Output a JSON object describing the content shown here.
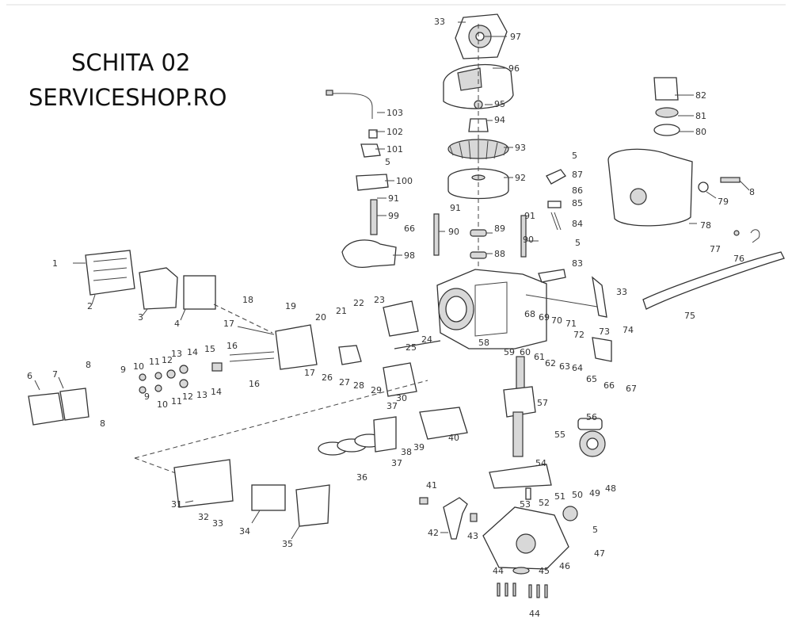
{
  "title_line1": "SCHITA 02",
  "title_line2": "SERVICESHOP.RO",
  "labels": {
    "n1": "1",
    "n2": "2",
    "n3": "3",
    "n4": "4",
    "n5a": "5",
    "n5b": "5",
    "n5c": "5",
    "n5d": "5",
    "n6": "6",
    "n7": "7",
    "n8a": "8",
    "n8b": "8",
    "n8c": "8",
    "n9a": "9",
    "n9b": "9",
    "n10a": "10",
    "n10b": "10",
    "n11a": "11",
    "n11b": "11",
    "n12a": "12",
    "n12b": "12",
    "n13a": "13",
    "n13b": "13",
    "n14a": "14",
    "n14b": "14",
    "n15": "15",
    "n16a": "16",
    "n16b": "16",
    "n17a": "17",
    "n17b": "17",
    "n18": "18",
    "n19": "19",
    "n20": "20",
    "n21": "21",
    "n22": "22",
    "n23": "23",
    "n24": "24",
    "n25": "25",
    "n26": "26",
    "n27": "27",
    "n28": "28",
    "n29": "29",
    "n30": "30",
    "n31": "31",
    "n32": "32",
    "n33a": "33",
    "n33b": "33",
    "n33c": "33",
    "n34": "34",
    "n35": "35",
    "n36": "36",
    "n37a": "37",
    "n37b": "37",
    "n38": "38",
    "n39": "39",
    "n40": "40",
    "n41": "41",
    "n42": "42",
    "n43": "43",
    "n44a": "44",
    "n44b": "44",
    "n45": "45",
    "n46": "46",
    "n47": "47",
    "n48": "48",
    "n49": "49",
    "n50": "50",
    "n51": "51",
    "n52": "52",
    "n53": "53",
    "n54": "54",
    "n55": "55",
    "n56": "56",
    "n57": "57",
    "n58": "58",
    "n59": "59",
    "n60": "60",
    "n61": "61",
    "n62": "62",
    "n63": "63",
    "n64": "64",
    "n65": "65",
    "n66a": "66",
    "n66b": "66",
    "n67": "67",
    "n68": "68",
    "n69": "69",
    "n70": "70",
    "n71": "71",
    "n72": "72",
    "n73": "73",
    "n74": "74",
    "n75": "75",
    "n76": "76",
    "n77": "77",
    "n78": "78",
    "n79": "79",
    "n80": "80",
    "n81": "81",
    "n82": "82",
    "n83": "83",
    "n84": "84",
    "n85": "85",
    "n86": "86",
    "n87": "87",
    "n88": "88",
    "n89": "89",
    "n90a": "90",
    "n90b": "90",
    "n91a": "91",
    "n91b": "91",
    "n91c": "91",
    "n92": "92",
    "n93": "93",
    "n94": "94",
    "n95": "95",
    "n96": "96",
    "n97": "97",
    "n98": "98",
    "n99": "99",
    "n100": "100",
    "n101": "101",
    "n102": "102",
    "n103": "103"
  }
}
